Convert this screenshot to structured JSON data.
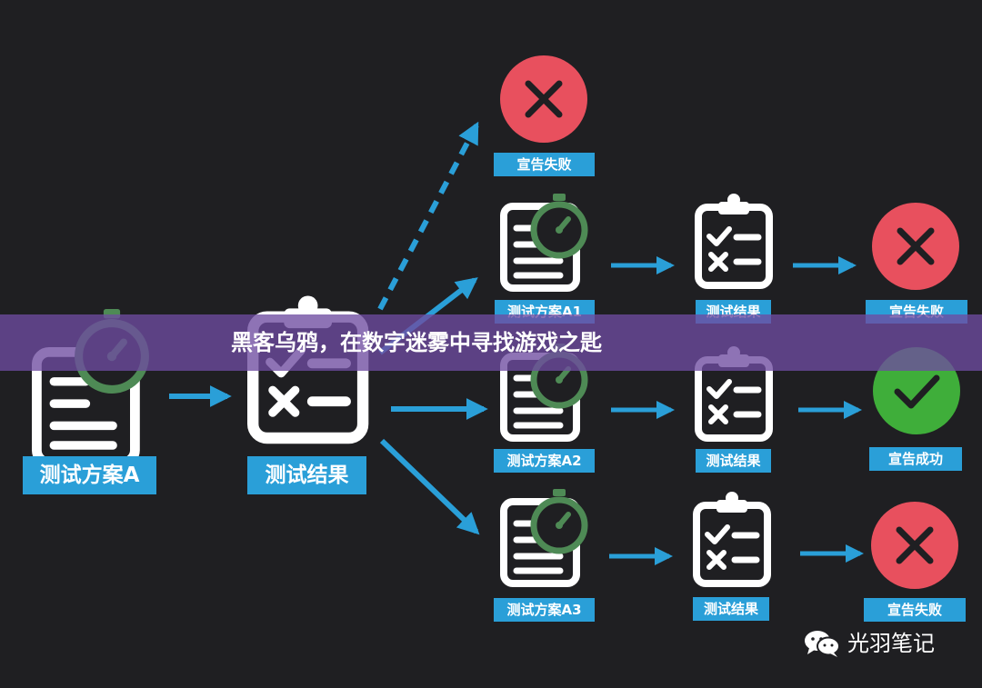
{
  "labels": {
    "plan_a": "测试方案A",
    "result_main": "测试结果",
    "top_fail": "宣告失败",
    "plan_a1": "测试方案A1",
    "result_a1": "测试结果",
    "fail_a1": "宣告失败",
    "plan_a2": "测试方案A2",
    "result_a2": "测试结果",
    "success_a2": "宣告成功",
    "plan_a3": "测试方案A3",
    "result_a3": "测试结果",
    "fail_a3": "宣告失败"
  },
  "banner": {
    "title": "黑客乌鸦，在数字迷雾中寻找游戏之匙"
  },
  "watermark": {
    "text": "光羽笔记",
    "icon": "wechat-icon"
  },
  "colors": {
    "background": "#1f1f22",
    "arrow": "#2a9fd8",
    "label_bg": "#2a9fd8",
    "fail": "#e8505e",
    "success": "#3fae3a",
    "timer": "#4e8a55",
    "icon_line": "#ffffff",
    "banner": "#6e4ba0"
  }
}
